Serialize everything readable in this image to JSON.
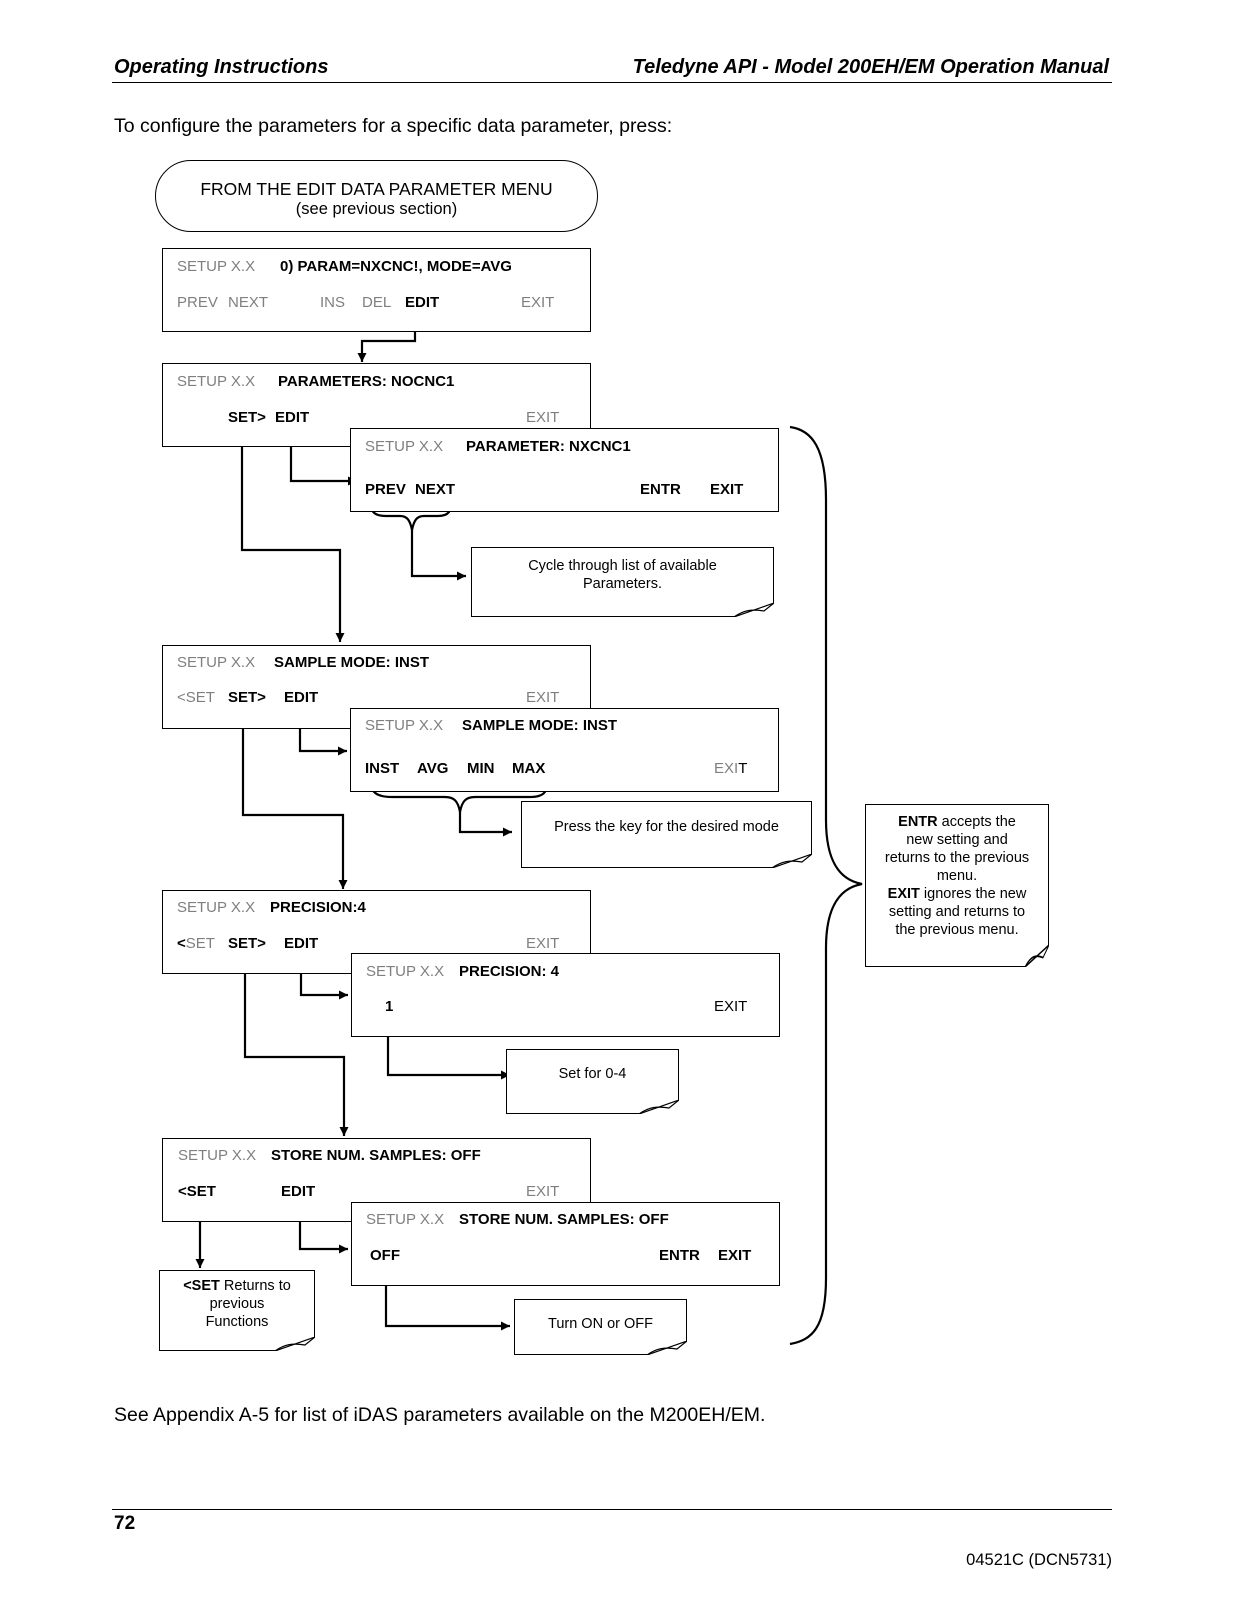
{
  "header": {
    "left": "Operating Instructions",
    "right": "Teledyne API - Model 200EH/EM Operation Manual"
  },
  "intro": "To configure the parameters for a specific data parameter, press:",
  "start": {
    "line1": "FROM THE EDIT DATA PARAMETER  MENU",
    "line2": "(see previous section)"
  },
  "screen1": {
    "setup": "SETUP X.X",
    "message": "0) PARAM=NXCNC!,  MODE=AVG",
    "prev": "PREV",
    "next": "NEXT",
    "ins": "INS",
    "del": "DEL",
    "edit": "EDIT",
    "exit": "EXIT"
  },
  "screen2": {
    "setup": "SETUP X.X",
    "message": "PARAMETERS: NOCNC1",
    "set_fwd": "SET>",
    "edit": "EDIT",
    "exit": "EXIT"
  },
  "screen2b": {
    "setup": "SETUP X.X",
    "message": "PARAMETER: NXCNC1",
    "prev": "PREV",
    "next": "NEXT",
    "entr": "ENTR",
    "exit": "EXIT"
  },
  "note_cycle": {
    "line1": "Cycle through list of available",
    "line2": "Parameters."
  },
  "screen3": {
    "setup": "SETUP X.X",
    "message": "SAMPLE MODE: INST",
    "set_back": "<SET",
    "set_fwd": "SET>",
    "edit": "EDIT",
    "exit": "EXIT"
  },
  "screen3b": {
    "setup": "SETUP X.X",
    "message": "SAMPLE MODE: INST",
    "inst": "INST",
    "avg": "AVG",
    "min": "MIN",
    "max": "MAX",
    "exit_a": "EXI",
    "exit_b": "T"
  },
  "note_mode": {
    "text": "Press the key for the desired mode"
  },
  "screen4": {
    "setup": "SETUP X.X",
    "message": "PRECISION:4",
    "set_back_a": "<",
    "set_back_b": "SET",
    "set_fwd": "SET>",
    "edit": "EDIT",
    "exit": "EXIT"
  },
  "screen4b": {
    "setup": "SETUP X.X",
    "message": "PRECISION: 4",
    "digit": "1",
    "exit": "EXIT"
  },
  "note_precision": {
    "text": "Set for 0-4"
  },
  "screen5": {
    "setup": "SETUP X.X",
    "message": "STORE NUM. SAMPLES: OFF",
    "set_back": "<SET",
    "edit": "EDIT",
    "exit": "EXIT"
  },
  "screen5b": {
    "setup": "SETUP X.X",
    "message": "STORE NUM. SAMPLES: OFF",
    "off": "OFF",
    "entr": "ENTR",
    "exit": "EXIT"
  },
  "note_set": {
    "bold": "<SET",
    "rest1": " Returns to",
    "line2": "previous",
    "line3": "Functions"
  },
  "note_onoff": {
    "text": "Turn ON or OFF"
  },
  "note_entr": {
    "bold1": "ENTR",
    "rest1": " accepts the",
    "line2": "new setting and",
    "line3": "returns to the previous",
    "line4": "menu.",
    "bold5": "EXIT",
    "rest5": " ignores the new",
    "line6": "setting and returns to",
    "line7": "the previous menu."
  },
  "outro": "See Appendix A-5 for list of  iDAS parameters available on the M200EH/EM.",
  "footer": {
    "page": "72",
    "code": "04521C (DCN5731)"
  }
}
